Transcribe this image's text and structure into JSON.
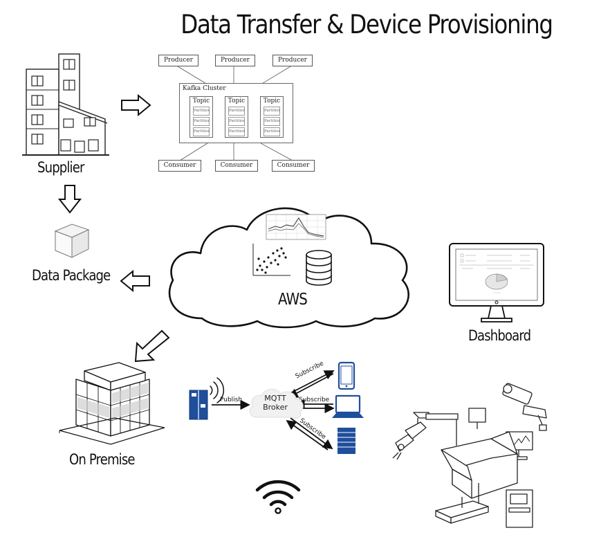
{
  "title": "Data Transfer & Device Provisioning",
  "labels": {
    "supplier": "Supplier",
    "data_package": "Data Package",
    "aws": "AWS",
    "dashboard": "Dashboard",
    "on_premise": "On Premise"
  },
  "kafka": {
    "producers": [
      "Producer",
      "Producer",
      "Producer"
    ],
    "cluster_label": "Kafka Cluster",
    "topics": [
      {
        "label": "Topic",
        "partitions": [
          "Partition",
          "Partition",
          "Partition"
        ]
      },
      {
        "label": "Topic",
        "partitions": [
          "Partition",
          "Partition",
          "Partition"
        ]
      },
      {
        "label": "Topic",
        "partitions": [
          "Partition",
          "Partition",
          "Partition"
        ]
      }
    ],
    "consumers": [
      "Consumer",
      "Consumer",
      "Consumer"
    ]
  },
  "mqtt": {
    "broker_line1": "MQTT",
    "broker_line2": "Broker",
    "publish": "Publish",
    "subscribe_top": "Subscribe",
    "subscribe_mid": "Subscribe",
    "subscribe_bottom": "Subscribe"
  },
  "icons": {
    "supplier": "building-icon",
    "data_package": "box-icon",
    "aws": "cloud-icon",
    "dashboard": "monitor-icon",
    "on_premise": "office-building-icon",
    "wifi": "wifi-icon",
    "devices": "device-cluster-icon"
  },
  "colors": {
    "ink": "#111111",
    "device_blue": "#1f4e9c"
  }
}
